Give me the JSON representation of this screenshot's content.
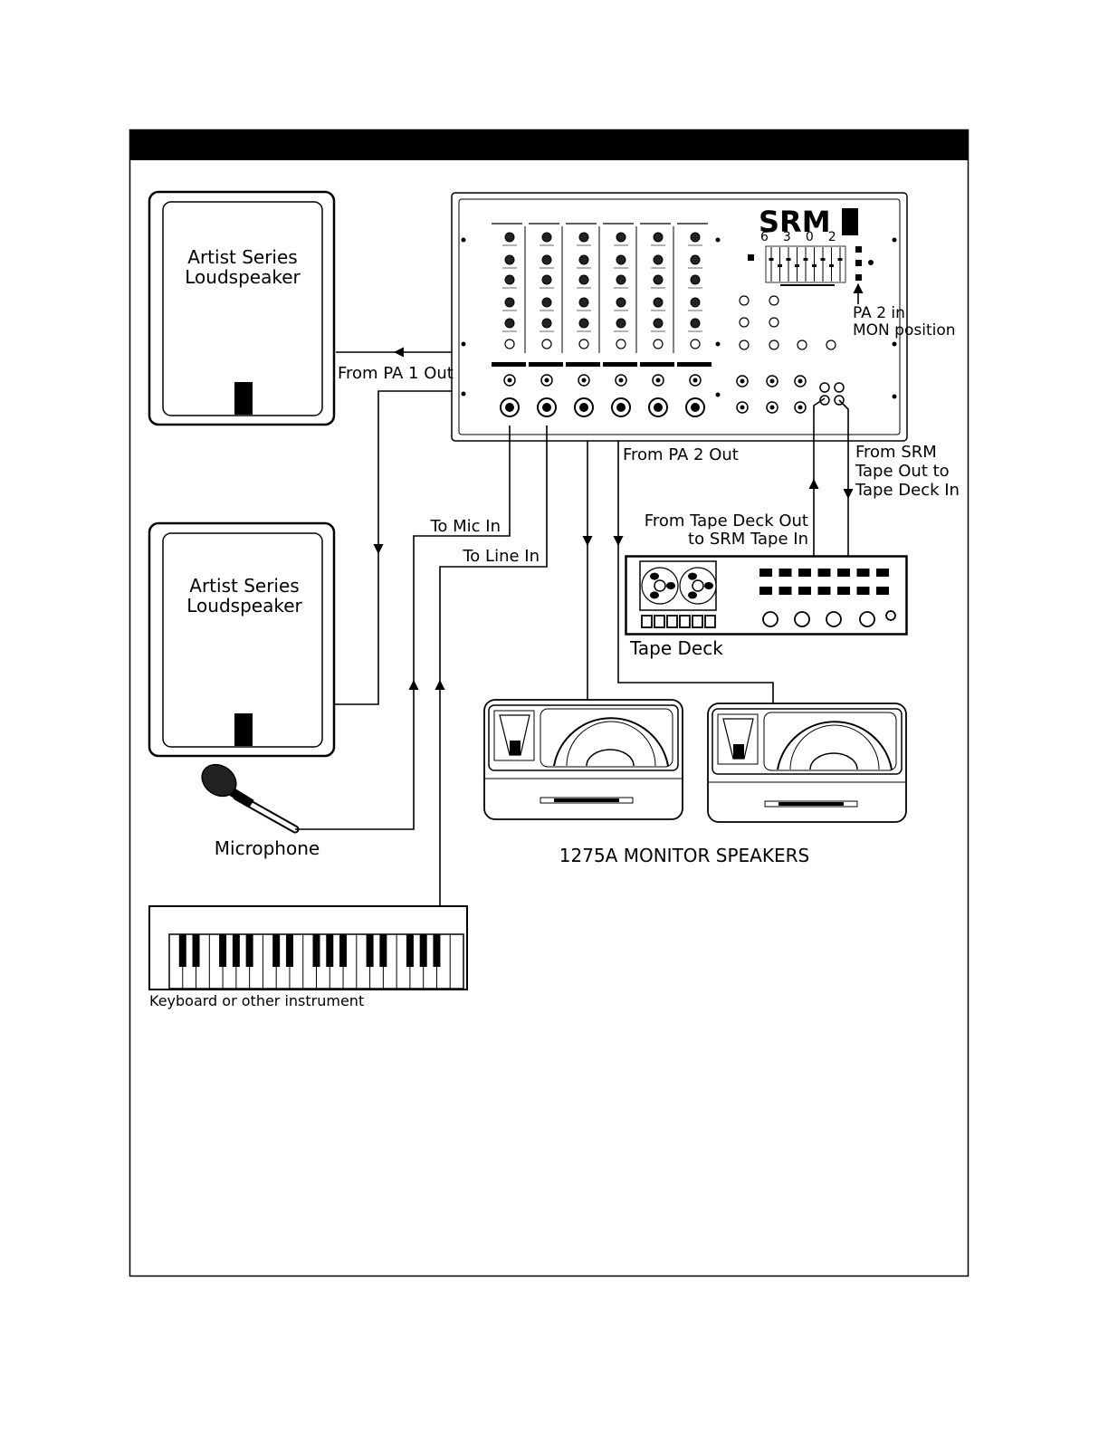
{
  "mixer": {
    "brand": "SRM",
    "model": "6302",
    "channel_count": 6
  },
  "labels": {
    "speaker_1": [
      "Artist Series",
      "Loudspeaker"
    ],
    "speaker_2": [
      "Artist Series",
      "Loudspeaker"
    ],
    "from_pa1_out": "From PA 1 Out",
    "pa2_mon": [
      "PA 2 in",
      "MON position"
    ],
    "from_pa2_out": "From PA 2 Out",
    "srm_tape_out": [
      "From SRM",
      "Tape Out to",
      "Tape Deck In"
    ],
    "tape_deck_out": [
      "From Tape Deck Out",
      "to SRM Tape In"
    ],
    "to_mic_in": "To Mic In",
    "to_line_in": "To Line In",
    "tape_deck": "Tape Deck",
    "microphone": "Microphone",
    "monitors": "1275A MONITOR SPEAKERS",
    "keyboard": "Keyboard or other instrument"
  }
}
